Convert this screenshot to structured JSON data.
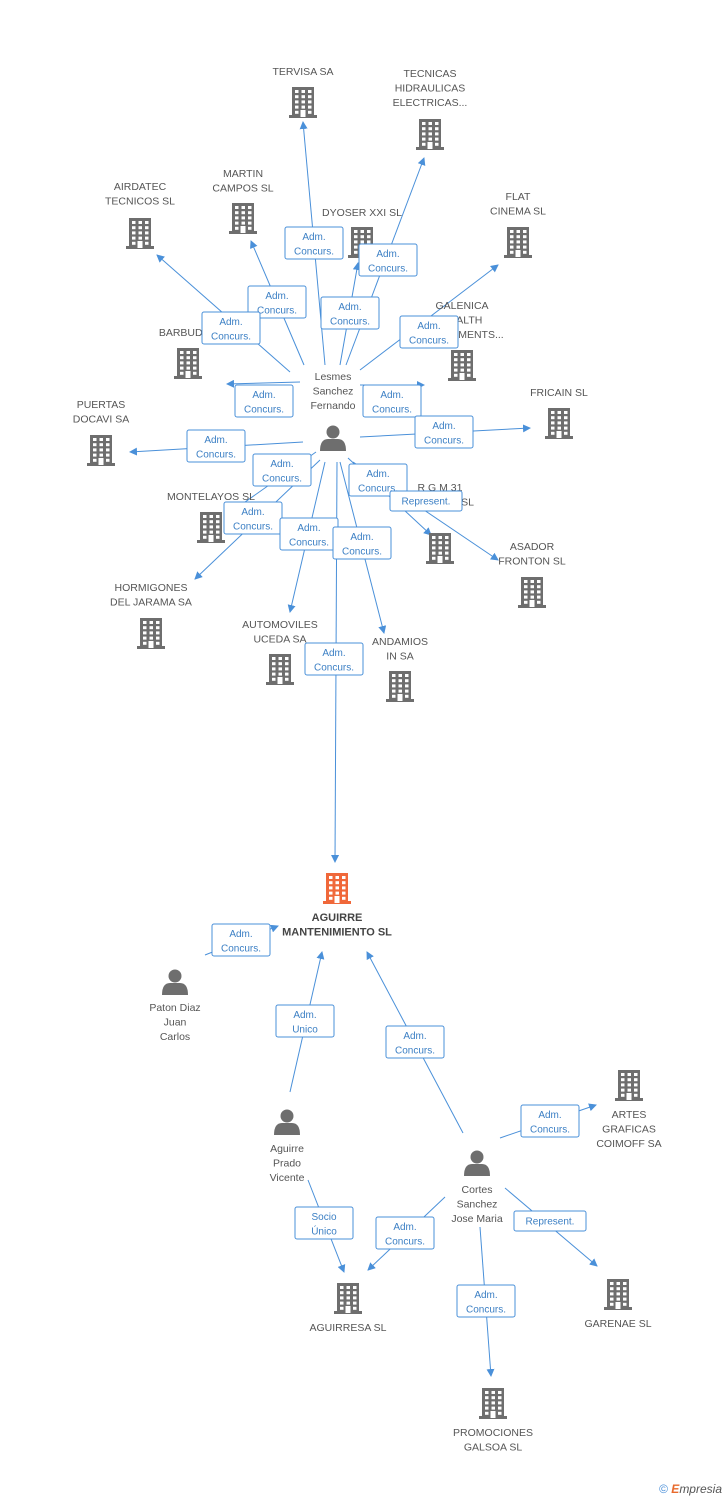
{
  "colors": {
    "edge": "#4a90d9",
    "node": "#6e6e6e",
    "focus": "#f0683a",
    "badge_text": "#3b7fc4"
  },
  "nodes": [
    {
      "id": "lesmes",
      "type": "person",
      "label": [
        "Lesmes",
        "Sanchez",
        "Fernando"
      ]
    },
    {
      "id": "tervisa",
      "type": "company",
      "label": [
        "TERVISA SA"
      ]
    },
    {
      "id": "tecnicas",
      "type": "company",
      "label": [
        "TECNICAS",
        "HIDRAULICAS",
        "ELECTRICAS..."
      ]
    },
    {
      "id": "martin",
      "type": "company",
      "label": [
        "MARTIN",
        "CAMPOS SL"
      ]
    },
    {
      "id": "airdatec",
      "type": "company",
      "label": [
        "AIRDATEC",
        "TECNICOS SL"
      ]
    },
    {
      "id": "dyoser",
      "type": "company",
      "label": [
        "DYOSER XXI SL"
      ]
    },
    {
      "id": "flat",
      "type": "company",
      "label": [
        "FLAT",
        "CINEMA SL"
      ]
    },
    {
      "id": "galenica",
      "type": "company",
      "label": [
        "GALENICA",
        "HEALTH",
        "INVESTMENTS..."
      ]
    },
    {
      "id": "barbudill",
      "type": "company",
      "label": [
        "BARBUDILL"
      ]
    },
    {
      "id": "fricain",
      "type": "company",
      "label": [
        "FRICAIN SL"
      ]
    },
    {
      "id": "puertas",
      "type": "company",
      "label": [
        "PUERTAS",
        "DOCAVI SA"
      ]
    },
    {
      "id": "montelayos",
      "type": "company",
      "label": [
        "MONTELAYOS SL"
      ]
    },
    {
      "id": "rgm",
      "type": "company",
      "label": [
        "R G M 31",
        "COMPANY SL"
      ]
    },
    {
      "id": "asador",
      "type": "company",
      "label": [
        "ASADOR",
        "FRONTON SL"
      ]
    },
    {
      "id": "hormigones",
      "type": "company",
      "label": [
        "HORMIGONES",
        "DEL JARAMA SA"
      ]
    },
    {
      "id": "automoviles",
      "type": "company",
      "label": [
        "AUTOMOVILES",
        "UCEDA SA"
      ]
    },
    {
      "id": "andamios",
      "type": "company",
      "label": [
        "ANDAMIOS",
        "IN SA"
      ]
    },
    {
      "id": "aguirre_sl",
      "type": "focus",
      "label": [
        "AGUIRRE",
        "MANTENIMIENTO SL"
      ]
    },
    {
      "id": "paton",
      "type": "person",
      "label": [
        "Paton Diaz",
        "Juan",
        "Carlos"
      ]
    },
    {
      "id": "aguirre_prado",
      "type": "person",
      "label": [
        "Aguirre",
        "Prado",
        "Vicente"
      ]
    },
    {
      "id": "cortes",
      "type": "person",
      "label": [
        "Cortes",
        "Sanchez",
        "Jose Maria"
      ]
    },
    {
      "id": "artes",
      "type": "company",
      "label": [
        "ARTES",
        "GRAFICAS",
        "COIMOFF SA"
      ]
    },
    {
      "id": "aguirresa",
      "type": "company",
      "label": [
        "AGUIRRESA SL"
      ]
    },
    {
      "id": "garenae",
      "type": "company",
      "label": [
        "GARENAE SL"
      ]
    },
    {
      "id": "promociones",
      "type": "company",
      "label": [
        "PROMOCIONES",
        "GALSOA SL"
      ]
    }
  ],
  "edges": [
    {
      "from": "lesmes",
      "to": "tervisa",
      "badge": [
        "Adm.",
        "Concurs."
      ]
    },
    {
      "from": "lesmes",
      "to": "tecnicas",
      "badge": [
        "Adm.",
        "Concurs."
      ]
    },
    {
      "from": "lesmes",
      "to": "martin",
      "badge": [
        "Adm.",
        "Concurs."
      ]
    },
    {
      "from": "lesmes",
      "to": "airdatec",
      "badge": [
        "Adm.",
        "Concurs."
      ]
    },
    {
      "from": "lesmes",
      "to": "dyoser",
      "badge": [
        "Adm.",
        "Concurs."
      ]
    },
    {
      "from": "lesmes",
      "to": "flat",
      "badge": [
        "Adm.",
        "Concurs."
      ]
    },
    {
      "from": "lesmes",
      "to": "galenica",
      "badge": [
        "Adm.",
        "Concurs."
      ]
    },
    {
      "from": "lesmes",
      "to": "barbudill",
      "badge": [
        "Adm.",
        "Concurs."
      ]
    },
    {
      "from": "lesmes",
      "to": "fricain",
      "badge": [
        "Adm.",
        "Concurs."
      ]
    },
    {
      "from": "lesmes",
      "to": "puertas",
      "badge": [
        "Adm.",
        "Concurs."
      ]
    },
    {
      "from": "lesmes",
      "to": "montelayos",
      "badge": [
        "Adm.",
        "Concurs."
      ]
    },
    {
      "from": "lesmes",
      "to": "rgm",
      "badge": [
        "Adm.",
        "Concurs."
      ]
    },
    {
      "from": "lesmes",
      "to": "asador",
      "badge": [
        "Represent."
      ]
    },
    {
      "from": "lesmes",
      "to": "hormigones",
      "badge": [
        "Adm.",
        "Concurs."
      ]
    },
    {
      "from": "lesmes",
      "to": "automoviles",
      "badge": [
        "Adm.",
        "Concurs."
      ]
    },
    {
      "from": "lesmes",
      "to": "andamios",
      "badge": [
        "Adm.",
        "Concurs."
      ]
    },
    {
      "from": "lesmes",
      "to": "aguirre_sl",
      "badge": [
        "Adm.",
        "Concurs."
      ]
    },
    {
      "from": "paton",
      "to": "aguirre_sl",
      "badge": [
        "Adm.",
        "Concurs."
      ]
    },
    {
      "from": "aguirre_prado",
      "to": "aguirre_sl",
      "badge": [
        "Adm.",
        "Unico"
      ]
    },
    {
      "from": "cortes",
      "to": "aguirre_sl",
      "badge": [
        "Adm.",
        "Concurs."
      ]
    },
    {
      "from": "cortes",
      "to": "artes",
      "badge": [
        "Adm.",
        "Concurs."
      ]
    },
    {
      "from": "aguirre_prado",
      "to": "aguirresa",
      "badge": [
        "Socio",
        "Único"
      ]
    },
    {
      "from": "cortes",
      "to": "aguirresa",
      "badge": [
        "Adm.",
        "Concurs."
      ]
    },
    {
      "from": "cortes",
      "to": "garenae",
      "badge": [
        "Represent."
      ]
    },
    {
      "from": "cortes",
      "to": "promociones",
      "badge": [
        "Adm.",
        "Concurs."
      ]
    }
  ],
  "footer": {
    "copyright": "©",
    "brand_initial": "E",
    "brand_rest": "mpresia"
  }
}
